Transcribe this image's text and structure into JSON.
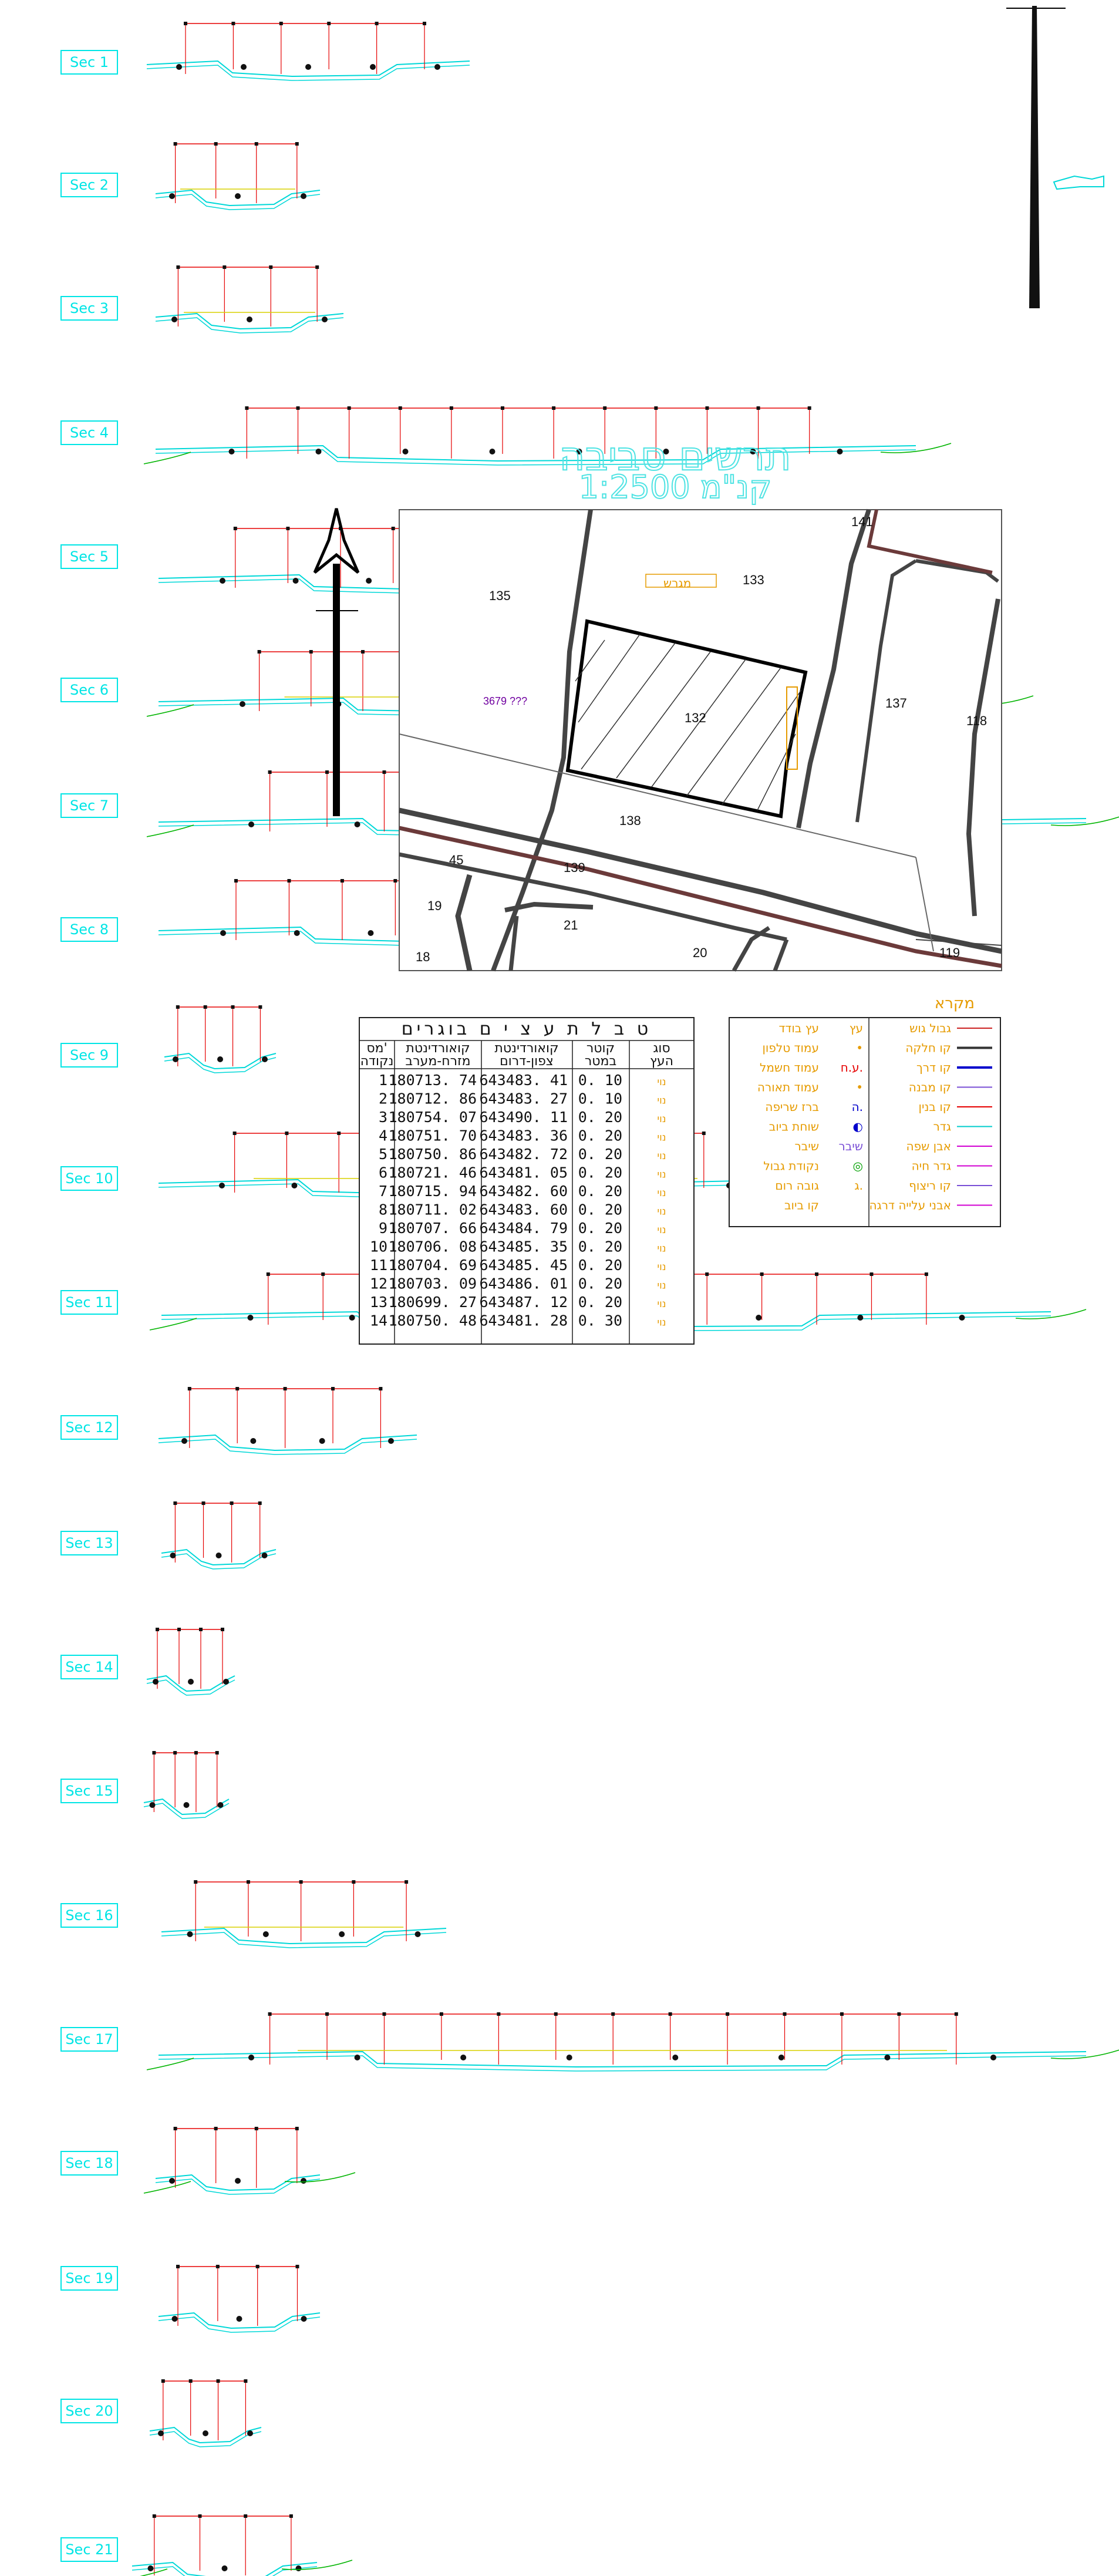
{
  "sections": [
    {
      "label": "Sec 1"
    },
    {
      "label": "Sec 2"
    },
    {
      "label": "Sec 3"
    },
    {
      "label": "Sec 4"
    },
    {
      "label": "Sec 5"
    },
    {
      "label": "Sec 6"
    },
    {
      "label": "Sec 7"
    },
    {
      "label": "Sec 8"
    },
    {
      "label": "Sec 9"
    },
    {
      "label": "Sec 10"
    },
    {
      "label": "Sec 11"
    },
    {
      "label": "Sec 12"
    },
    {
      "label": "Sec 13"
    },
    {
      "label": "Sec 14"
    },
    {
      "label": "Sec 15"
    },
    {
      "label": "Sec 16"
    },
    {
      "label": "Sec 17"
    },
    {
      "label": "Sec 18"
    },
    {
      "label": "Sec 19"
    },
    {
      "label": "Sec 20"
    },
    {
      "label": "Sec 21"
    }
  ],
  "title": {
    "line1": "תרשים סביבה",
    "line2": "קנ\"מ 1:2500"
  },
  "map": {
    "parcels": [
      "141",
      "135",
      "133",
      "137",
      "118",
      "132",
      "138",
      "45",
      "139",
      "19",
      "21",
      "18",
      "20",
      "119"
    ],
    "area_label": "3679 ???",
    "tag_small": "מגרש"
  },
  "tree_table": {
    "title": "ט ב ל ת   ע צ י ם   בוגרים",
    "headers": {
      "num": "מס'\nנקודה",
      "east": "קואורדינטת\nמזרח-מערב",
      "north": "קואורדינטת\nצפון-דרום",
      "trunk": "קוטר\nבמטר",
      "type": "סוג\nהעץ"
    },
    "rows": [
      [
        "1",
        "180713. 74",
        "643483. 41",
        "0. 10",
        "נוי"
      ],
      [
        "2",
        "180712. 86",
        "643483. 27",
        "0. 10",
        "נוי"
      ],
      [
        "3",
        "180754. 07",
        "643490. 11",
        "0. 20",
        "נוי"
      ],
      [
        "4",
        "180751. 70",
        "643483. 36",
        "0. 20",
        "נוי"
      ],
      [
        "5",
        "180750. 86",
        "643482. 72",
        "0. 20",
        "נוי"
      ],
      [
        "6",
        "180721. 46",
        "643481. 05",
        "0. 20",
        "נוי"
      ],
      [
        "7",
        "180715. 94",
        "643482. 60",
        "0. 20",
        "נוי"
      ],
      [
        "8",
        "180711. 02",
        "643483. 60",
        "0. 20",
        "נוי"
      ],
      [
        "9",
        "180707. 66",
        "643484. 79",
        "0. 20",
        "נוי"
      ],
      [
        "10",
        "180706. 08",
        "643485. 35",
        "0. 20",
        "נוי"
      ],
      [
        "11",
        "180704. 69",
        "643485. 45",
        "0. 20",
        "נוי"
      ],
      [
        "12",
        "180703. 09",
        "643486. 01",
        "0. 20",
        "נוי"
      ],
      [
        "13",
        "180699. 27",
        "643487. 12",
        "0. 20",
        "נוי"
      ],
      [
        "14",
        "180750. 48",
        "643481. 28",
        "0. 30",
        "נוי"
      ]
    ]
  },
  "legend": {
    "title": "מקרא",
    "left": [
      {
        "label": "עץ בודד",
        "sym": "עץ",
        "color": "#e69b00"
      },
      {
        "label": "עמוד טלפון",
        "sym": "•",
        "color": "#e69b00"
      },
      {
        "label": "עמוד חשמל",
        "sym": "ע.ח.",
        "color": "#e60000"
      },
      {
        "label": "עמוד תאורה",
        "sym": "•",
        "color": "#e69b00"
      },
      {
        "label": "ברז שריפה",
        "sym": "ה.",
        "color": "#0000cc"
      },
      {
        "label": "שוחת ביוב",
        "sym": "◐",
        "color": "#0000cc"
      },
      {
        "label": "שיבר",
        "sym": "שיבר",
        "color": "#7a4fd6"
      },
      {
        "label": "נקודת גבול",
        "sym": "◎",
        "color": "#00a000"
      },
      {
        "label": "גובה רום",
        "sym": "ג.",
        "color": "#e69b00"
      },
      {
        "label": "קו ביוב",
        "sym": "",
        "color": "#e69b00"
      }
    ],
    "right": [
      {
        "label": "גבול גוש",
        "color": "#cc2222"
      },
      {
        "label": "קו חלקה",
        "color": "#333333"
      },
      {
        "label": "קו דרך",
        "color": "#0000cc"
      },
      {
        "label": "קו מבנה",
        "color": "#7a4fd6"
      },
      {
        "label": "קו בנין",
        "color": "#e60000"
      },
      {
        "label": "גדר",
        "color": "#00cccc"
      },
      {
        "label": "אבן שפה",
        "color": "#d200d2"
      },
      {
        "label": "גדר חיה",
        "color": "#d200d2"
      },
      {
        "label": "קו ריצוף",
        "color": "#7a4fd6"
      },
      {
        "label": "אבני עלייה דרגה",
        "color": "#d200d2"
      }
    ]
  },
  "colors": {
    "section_label": "#00e5e5",
    "cad_cyan": "#00d8d8",
    "cad_red": "#e60000",
    "cad_green": "#00b400",
    "cad_orange": "#e69b00",
    "map_road": "#444444",
    "map_brown": "#6b3a3a"
  }
}
